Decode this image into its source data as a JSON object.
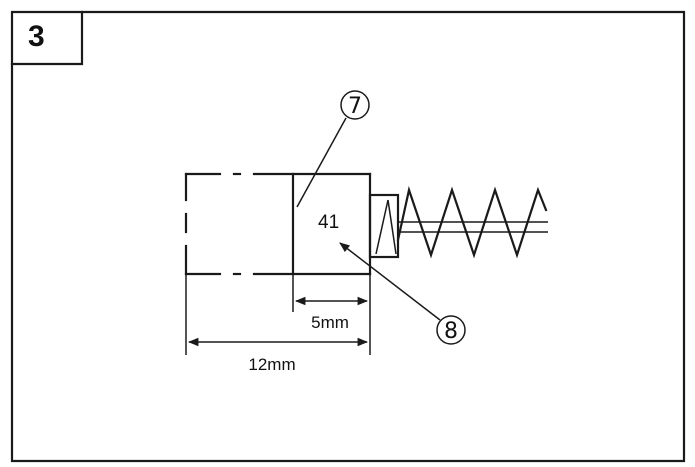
{
  "step": {
    "number": "3"
  },
  "callouts": [
    {
      "label": "7"
    },
    {
      "label": "8"
    }
  ],
  "part_label": "41",
  "dimensions": {
    "inner": "5mm",
    "outer": "12mm"
  },
  "colors": {
    "line": "#1a1a1a",
    "background": "#ffffff"
  }
}
